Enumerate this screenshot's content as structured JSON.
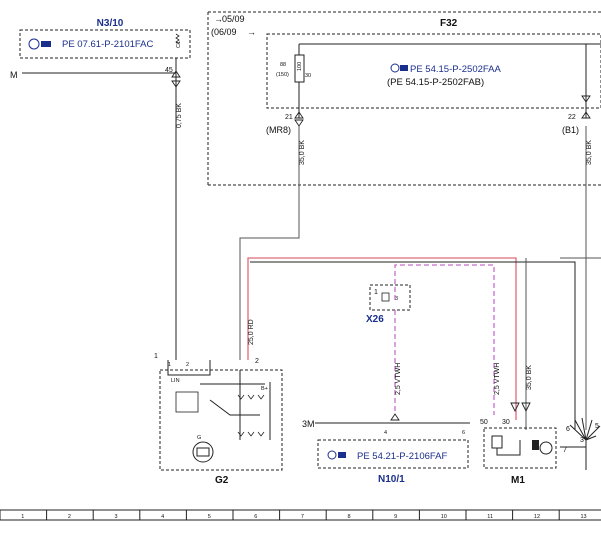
{
  "components": {
    "n3_10": {
      "name": "N3/10",
      "ref": "PE 07.61-P-2101FAC",
      "pin_m": "M",
      "pin_45": "45",
      "pin_c1": "C1"
    },
    "f32": {
      "name": "F32",
      "date_from": "05/09",
      "date_to": "(06/09",
      "date_arrow": "→",
      "ref1": "PE 54.15-P-2502FAA",
      "ref2": "(PE 54.15-P-2502FAB)",
      "fuse_label": "100",
      "fuse_pin_88": "88",
      "fuse_pin_150": "(150)",
      "fuse_pin_30": "30",
      "pin_21": "21",
      "pin_22": "22",
      "conn_mr8": "(MR8)",
      "conn_b1": "(B1)"
    },
    "x26": {
      "name": "X26",
      "pin_1": "1",
      "pin_3": "3"
    },
    "g2": {
      "name": "G2",
      "pin_1": "1",
      "pin_2": "2",
      "term_1": "1",
      "term_2": "2",
      "term_lin": "LIN",
      "term_bplus": "B+",
      "term_g": "G"
    },
    "n10_1": {
      "name": "N10/1",
      "ref": "PE 54.21-P-2106FAF",
      "pin_3m": "3M",
      "pin_4": "4",
      "pin_6": "6"
    },
    "m1": {
      "name": "M1",
      "pin_50": "50",
      "pin_30": "30"
    },
    "right": {
      "pin_6": "6",
      "pin_5": "5",
      "pin_3": "3",
      "pin_7": "7"
    }
  },
  "wires": {
    "w_075bk": "0,75 BK",
    "w_350bk_a": "35,0 BK",
    "w_350bk_b": "35,0 BK",
    "w_250rd": "25,0 RD",
    "w_25vtwh_a": "2,5 VTWH",
    "w_25vtwh_b": "2,5 VTWH",
    "w_350bk_c": "35,0 BK"
  },
  "grid": [
    "1",
    "2",
    "3",
    "4",
    "5",
    "6",
    "7",
    "8",
    "9",
    "10",
    "11",
    "12",
    "13"
  ],
  "colors": {
    "ref_blue": "#1a2f8c",
    "wire_red": "#e06a78",
    "wire_pink": "#c86ecf"
  }
}
